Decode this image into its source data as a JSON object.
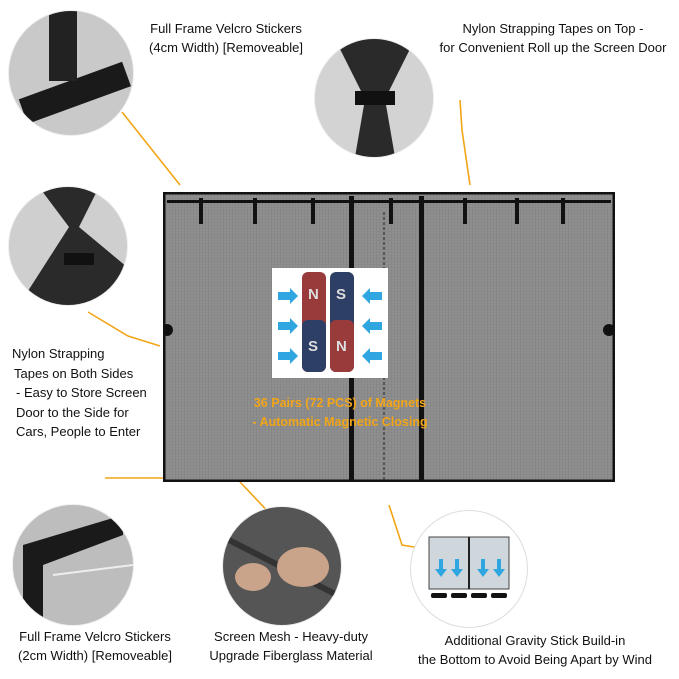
{
  "captions": {
    "velcro_top": [
      "Full Frame Velcro Stickers",
      "(4cm Width) [Removeable]"
    ],
    "nylon_top": [
      "Nylon Strapping Tapes on Top -",
      "for Convenient Roll up the Screen Door"
    ],
    "nylon_sides": [
      "Nylon Strapping",
      "Tapes on Both Sides",
      "- Easy to Store Screen",
      "Door to the Side for",
      "Cars, People to Enter"
    ],
    "velcro_bottom": [
      "Full Frame Velcro Stickers",
      "(2cm Width) [Removeable]"
    ],
    "mesh": [
      "Screen Mesh - Heavy-duty",
      "Upgrade Fiberglass Material"
    ],
    "gravity": [
      "Additional Gravity Stick Build-in",
      "the Bottom to Avoid Being Apart by Wind"
    ]
  },
  "magnets": {
    "line1": "36 Pairs (72 PCS) of Magnets",
    "line2": "- Automatic Magnetic Closing",
    "pole_labels": [
      "N",
      "S",
      "S",
      "N"
    ]
  },
  "colors": {
    "accent": "#f2a516",
    "frame": "#111111",
    "mesh": "#9a9a9a",
    "arrow": "#2fa6e0"
  }
}
